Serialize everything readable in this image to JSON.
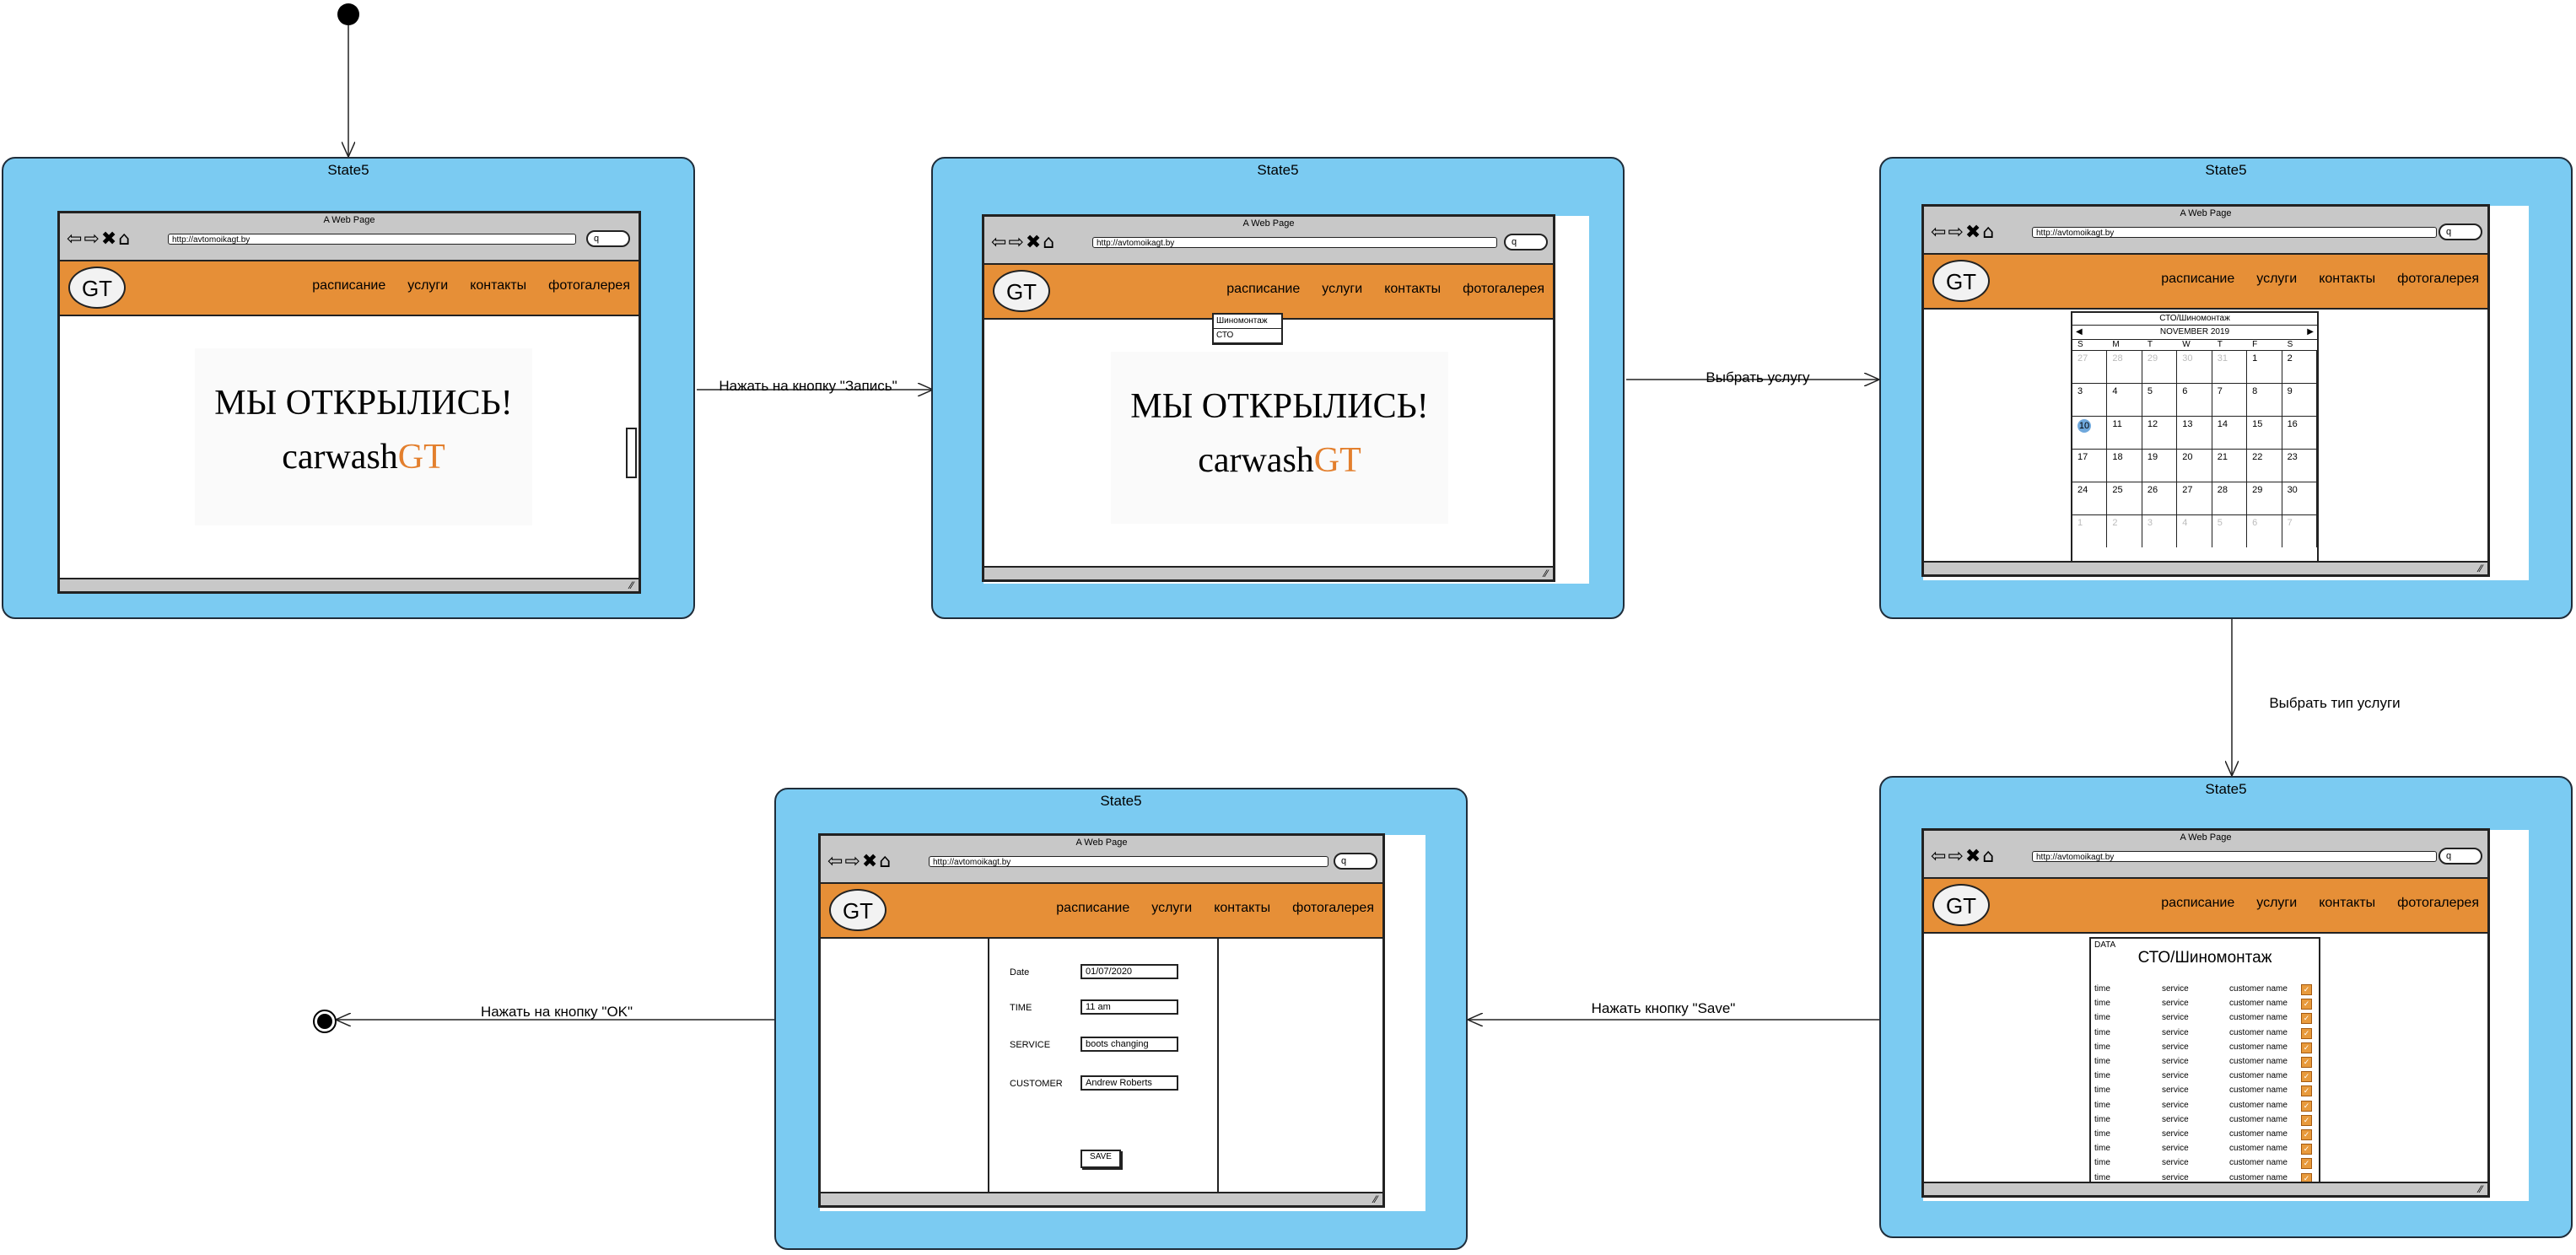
{
  "state_title": "State5",
  "window_title": "A Web Page",
  "nav_icons": "⇦⇨✖⌂",
  "search_glyph": "q",
  "logo_text": "GT",
  "menu": [
    "расписание",
    "услуги",
    "контакты",
    "фотогалерея"
  ],
  "hero": {
    "line1": "МЫ ОТКРЫЛИСЬ!",
    "brand_plain": "carwash",
    "brand_accent": "GT"
  },
  "urls": {
    "s1": "http://avtomoikagt.by",
    "s2": "http://avtomoikagt.by",
    "s3": "http://avtomoikagt.by",
    "s4": "http://avtomoikagt.by",
    "s5": "http://avtomoikagt.by"
  },
  "dropdown": [
    "Шиномонтаж",
    "СТО"
  ],
  "calendar": {
    "title": "СТО/Шиномонтаж",
    "month": "NOVEMBER 2019",
    "prev": "◀",
    "next": "▶",
    "weekdays": [
      "S",
      "M",
      "T",
      "W",
      "T",
      "F",
      "S"
    ],
    "cells": [
      [
        "27",
        "28",
        "29",
        "30",
        "31",
        "1",
        "2"
      ],
      [
        "3",
        "4",
        "5",
        "6",
        "7",
        "8",
        "9"
      ],
      [
        "10",
        "11",
        "12",
        "13",
        "14",
        "15",
        "16"
      ],
      [
        "17",
        "18",
        "19",
        "20",
        "21",
        "22",
        "23"
      ],
      [
        "24",
        "25",
        "26",
        "27",
        "28",
        "29",
        "30"
      ],
      [
        "1",
        "2",
        "3",
        "4",
        "5",
        "6",
        "7"
      ]
    ],
    "muted_first_row_count": 5,
    "highlighted": "10"
  },
  "schedule": {
    "date_label": "DATA",
    "title": "СТО/Шиномонтаж",
    "row": {
      "time": "time",
      "service": "service",
      "customer": "customer name"
    },
    "row_count": 14
  },
  "form": {
    "fields": [
      {
        "label": "Date",
        "value": "01/07/2020"
      },
      {
        "label": "TIME",
        "value": "11 am"
      },
      {
        "label": "SERVICE",
        "value": "boots changing"
      },
      {
        "label": "CUSTOMER",
        "value": "Andrew Roberts"
      }
    ],
    "save": "SAVE"
  },
  "edges": {
    "e1": "Нажать на кнопку \"Запись\"",
    "e2": "Выбрать услугу",
    "e3": "Выбрать тип услуги",
    "e4": "Нажать кнопку \"Save\"",
    "e5": "Нажать на кнопку \"OK\""
  },
  "colors": {
    "state_fill": "#7bcbf2",
    "nav_orange": "#e68f37",
    "accent": "#e37f2d",
    "chrome_gray": "#c8c8c8"
  }
}
